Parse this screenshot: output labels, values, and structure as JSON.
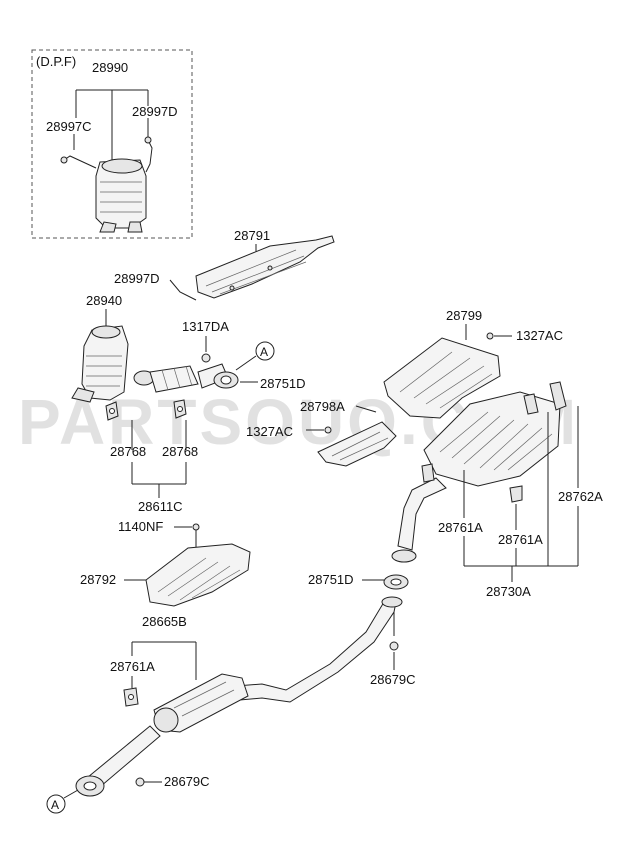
{
  "watermark": "PARTSOUQ.COM",
  "dpf_box": {
    "title": "(D.P.F)",
    "assembly": "28990",
    "sensor_left": "28997C",
    "sensor_right": "28997D"
  },
  "labels": {
    "heat_protector_front": "28791",
    "sensor_front": "28997D",
    "catalytic_converter": "28940",
    "nut_front": "1317DA",
    "connector_a_top": "A",
    "gasket_front_pipe": "28751D",
    "hanger_left": "28768",
    "hanger_right": "28768",
    "front_pipe_group": "28611C",
    "bolt_center": "1140NF",
    "heat_protector_center": "28792",
    "heat_protector_rear": "28799",
    "nut_rear_upper": "1327AC",
    "bracket_rear": "28798A",
    "nut_rear_lower": "1327AC",
    "muffler_hanger_left": "28761A",
    "muffler_hanger_right": "28761A",
    "rear_muffler_group_label": "28762A",
    "rear_muffler": "28730A",
    "gasket_rear": "28751D",
    "nut_rear": "28679C",
    "center_muffler": "28665B",
    "center_hanger": "28761A",
    "nut_center": "28679C",
    "connector_a_bottom": "A"
  }
}
